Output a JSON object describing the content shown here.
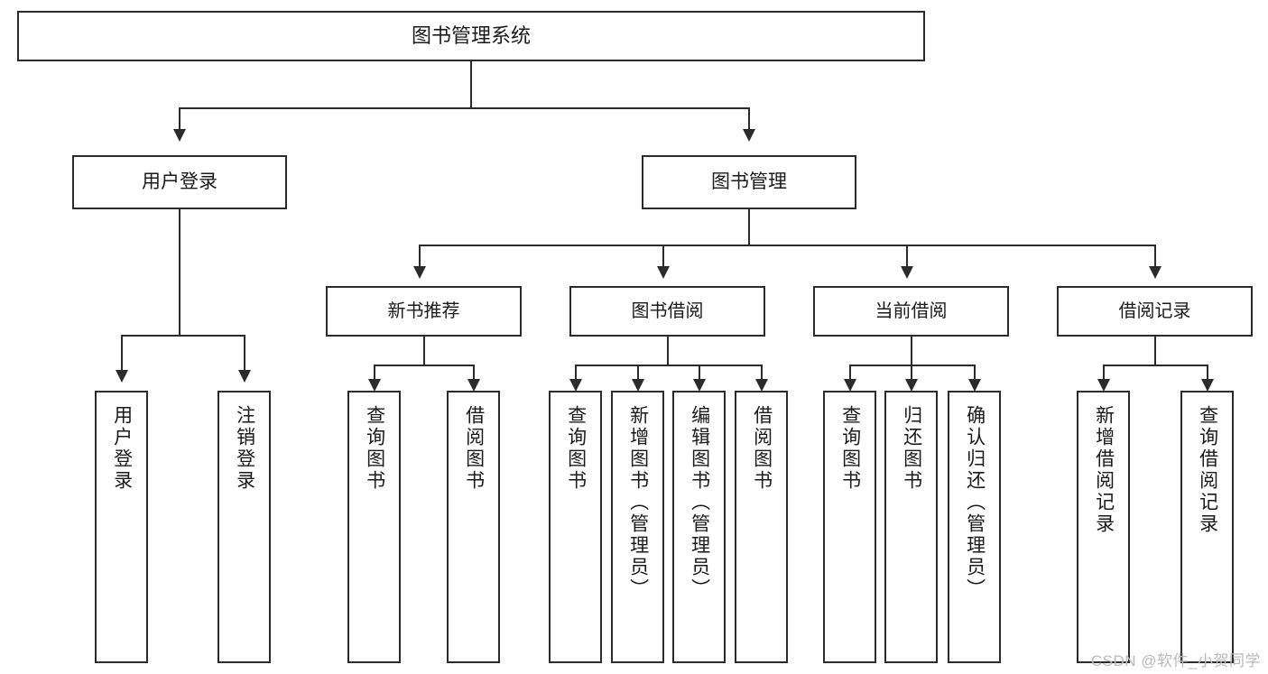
{
  "diagram": {
    "title": "图书管理系统",
    "type": "tree-hierarchy-diagram",
    "root": {
      "label": "图书管理系统",
      "children": [
        {
          "label": "用户登录",
          "children": [
            {
              "label": "用户登录"
            },
            {
              "label": "注销登录"
            }
          ]
        },
        {
          "label": "图书管理",
          "children": [
            {
              "label": "新书推荐",
              "children": [
                {
                  "label": "查询图书"
                },
                {
                  "label": "借阅图书"
                }
              ]
            },
            {
              "label": "图书借阅",
              "children": [
                {
                  "label": "查询图书"
                },
                {
                  "label": "新增图书（管理员）"
                },
                {
                  "label": "编辑图书（管理员）"
                },
                {
                  "label": "借阅图书"
                }
              ]
            },
            {
              "label": "当前借阅",
              "children": [
                {
                  "label": "查询图书"
                },
                {
                  "label": "归还图书"
                },
                {
                  "label": "确认归还（管理员）"
                }
              ]
            },
            {
              "label": "借阅记录",
              "children": [
                {
                  "label": "新增借阅记录"
                },
                {
                  "label": "查询借阅记录"
                }
              ]
            }
          ]
        }
      ]
    }
  },
  "nodes": {
    "root": "图书管理系统",
    "user_login": "用户登录",
    "book_manage": "图书管理",
    "new_book_rec": "新书推荐",
    "book_borrow": "图书借阅",
    "current_borrow": "当前借阅",
    "borrow_record": "借阅记录",
    "leaf_user_login": "用户登录",
    "leaf_logout": "注销登录",
    "leaf_query_book_1": "查询图书",
    "leaf_borrow_book_1": "借阅图书",
    "leaf_query_book_2": "查询图书",
    "leaf_add_book_admin": "新增图书（管理员）",
    "leaf_edit_book_admin": "编辑图书（管理员）",
    "leaf_borrow_book_2": "借阅图书",
    "leaf_query_book_3": "查询图书",
    "leaf_return_book": "归还图书",
    "leaf_confirm_return_admin": "确认归还（管理员）",
    "leaf_add_record": "新增借阅记录",
    "leaf_query_record": "查询借阅记录"
  },
  "watermark": {
    "text": "CSDN @软件_小贺同学"
  },
  "colors": {
    "stroke": "#2b2b2b",
    "fill": "#ffffff",
    "text": "#1a1a1a",
    "watermark": "#b9b9b9"
  }
}
